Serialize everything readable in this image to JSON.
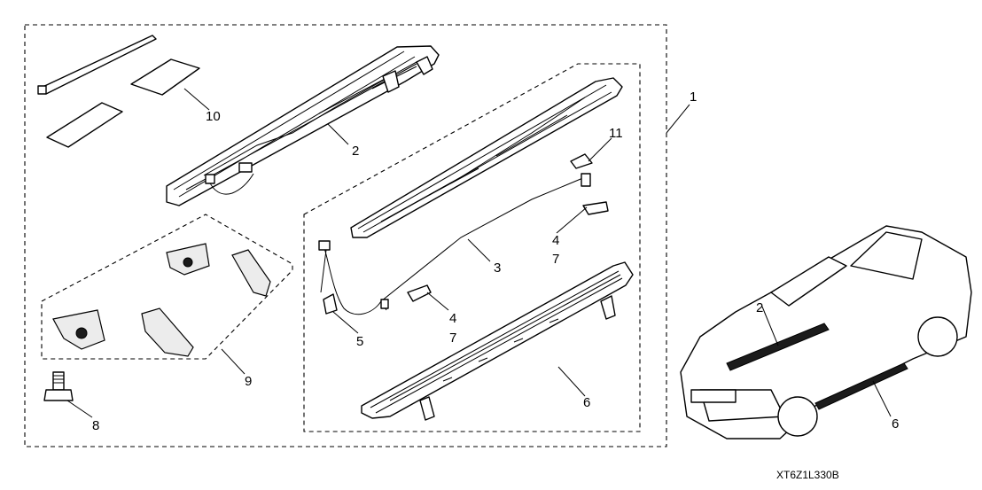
{
  "diagram": {
    "code": "XT6Z1L330B",
    "callouts": {
      "kit": "1",
      "running_board_left": "2",
      "wire_harness": "3",
      "bracket_a_num": "4",
      "bracket_a_sub": "7",
      "bracket_b_num": "4",
      "bracket_b_sub": "7",
      "connector": "5",
      "running_board_right": "6",
      "bolt": "8",
      "mounting_brackets": "9",
      "pads": "10",
      "clip": "11",
      "truck_board_2": "2",
      "truck_board_6": "6"
    }
  }
}
